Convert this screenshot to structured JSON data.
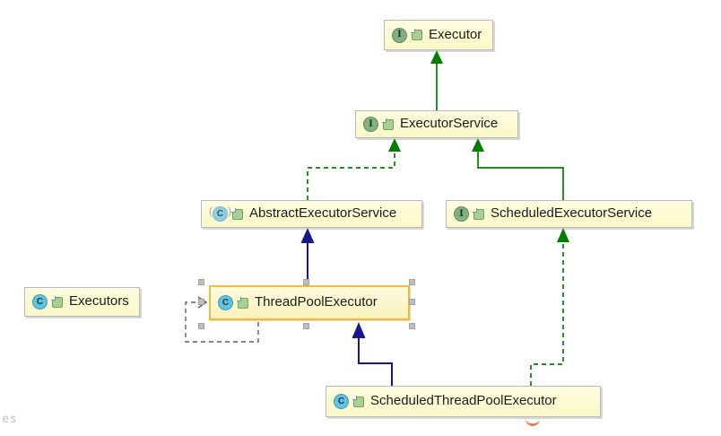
{
  "diagram": {
    "type": "uml-class-diagram",
    "tool_look": "IntelliJ IDEA diagram view",
    "nodes": {
      "executor": {
        "label": "Executor",
        "kind": "interface",
        "icon": "I",
        "selected": false
      },
      "executor_service": {
        "label": "ExecutorService",
        "kind": "interface",
        "icon": "I",
        "selected": false
      },
      "abstract_executor_service": {
        "label": "AbstractExecutorService",
        "kind": "abstract-class",
        "icon": "C",
        "selected": false
      },
      "scheduled_executor_service": {
        "label": "ScheduledExecutorService",
        "kind": "interface",
        "icon": "I",
        "selected": false
      },
      "executors": {
        "label": "Executors",
        "kind": "class",
        "icon": "C",
        "selected": false
      },
      "thread_pool_executor": {
        "label": "ThreadPoolExecutor",
        "kind": "class",
        "icon": "C",
        "selected": true
      },
      "scheduled_thread_pool_executor": {
        "label": "ScheduledThreadPoolExecutor",
        "kind": "class",
        "icon": "C",
        "selected": false
      }
    },
    "edges": [
      {
        "from": "ExecutorService",
        "to": "Executor",
        "relation": "extends",
        "line": "solid",
        "color": "#007f00"
      },
      {
        "from": "AbstractExecutorService",
        "to": "ExecutorService",
        "relation": "implements",
        "line": "dashed",
        "color": "#007f00"
      },
      {
        "from": "ScheduledExecutorService",
        "to": "Executor Service",
        "relation": "extends",
        "line": "solid",
        "color": "#007f00"
      },
      {
        "from": "ThreadPoolExecutor",
        "to": "AbstractExecutorService",
        "relation": "extends",
        "line": "solid",
        "color": "#17178f"
      },
      {
        "from": "ScheduledThreadPoolExecutor",
        "to": "ThreadPoolExecutor",
        "relation": "extends",
        "line": "solid",
        "color": "#17178f"
      },
      {
        "from": "ScheduledThreadPoolExecutor",
        "to": "ScheduledExecutorService",
        "relation": "implements",
        "line": "dashed",
        "color": "#007f00"
      },
      {
        "from": "ThreadPoolExecutor",
        "to": "ThreadPoolExecutor",
        "relation": "dependency",
        "line": "dashed",
        "color": "#5e5e5e"
      }
    ],
    "colors": {
      "node_fill": "#fbf8c6",
      "node_border": "#b9b9b9",
      "selection_border": "#f2b93b",
      "extends_interface_green": "#007f00",
      "extends_class_navy": "#17178f",
      "dependency_gray": "#5e5e5e",
      "interface_icon_bg": "#84b184",
      "class_icon_bg": "#63c3dc",
      "handle_gray": "#bdbdbd"
    },
    "artifacts": {
      "corner_text": "es"
    }
  }
}
